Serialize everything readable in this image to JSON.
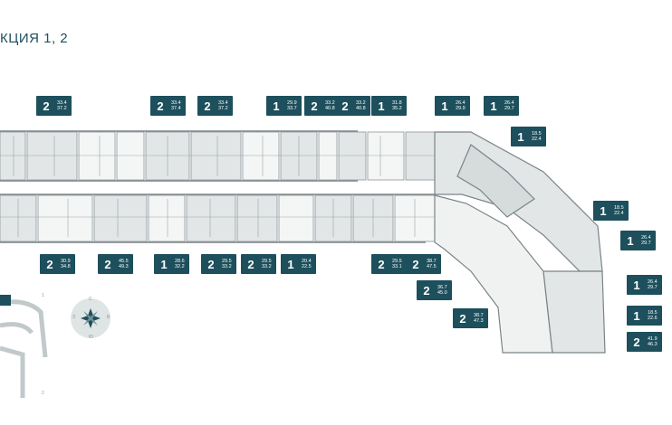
{
  "title": "КЦИЯ 1, 2",
  "colors": {
    "tag_bg": "#1d4f5c",
    "wall": "#7a8488",
    "unit_fill": "#e2e6e7"
  },
  "top_tags": [
    {
      "rooms": "2",
      "a": "33.4",
      "b": "37.2"
    },
    {
      "rooms": "2",
      "a": "33.4",
      "b": "37.4"
    },
    {
      "rooms": "2",
      "a": "33.4",
      "b": "37.2"
    },
    {
      "rooms": "1",
      "a": "29.9",
      "b": "33.7"
    },
    {
      "rooms": "2",
      "a": "33.2",
      "b": "40.8"
    },
    {
      "rooms": "2",
      "a": "33.2",
      "b": "40.8"
    },
    {
      "rooms": "1",
      "a": "31.8",
      "b": "35.2"
    },
    {
      "rooms": "1",
      "a": "26.4",
      "b": "29.9"
    },
    {
      "rooms": "1",
      "a": "26.4",
      "b": "29.7"
    },
    {
      "rooms": "1",
      "a": "18.5",
      "b": "22.4"
    }
  ],
  "bottom_tags": [
    {
      "rooms": "2",
      "a": "30.9",
      "b": "34.8"
    },
    {
      "rooms": "2",
      "a": "45.5",
      "b": "49.3"
    },
    {
      "rooms": "1",
      "a": "28.6",
      "b": "32.2"
    },
    {
      "rooms": "2",
      "a": "29.5",
      "b": "33.2"
    },
    {
      "rooms": "2",
      "a": "29.5",
      "b": "33.2"
    },
    {
      "rooms": "1",
      "a": "20.4",
      "b": "22.5"
    },
    {
      "rooms": "2",
      "a": "29.5",
      "b": "33.1"
    },
    {
      "rooms": "2",
      "a": "38.7",
      "b": "47.5"
    },
    {
      "rooms": "2",
      "a": "36.7",
      "b": "45.0"
    },
    {
      "rooms": "2",
      "a": "38.7",
      "b": "47.3"
    }
  ],
  "right_tags": [
    {
      "rooms": "1",
      "a": "18.5",
      "b": "22.4"
    },
    {
      "rooms": "1",
      "a": "26.4",
      "b": "29.7"
    },
    {
      "rooms": "1",
      "a": "26.4",
      "b": "29.7"
    },
    {
      "rooms": "1",
      "a": "18.5",
      "b": "22.6"
    },
    {
      "rooms": "2",
      "a": "41.9",
      "b": "46.3"
    }
  ],
  "compass": {
    "labels": [
      "С",
      "Ю",
      "З",
      "В"
    ]
  },
  "minimap": {
    "labels": [
      "1",
      "2"
    ]
  }
}
